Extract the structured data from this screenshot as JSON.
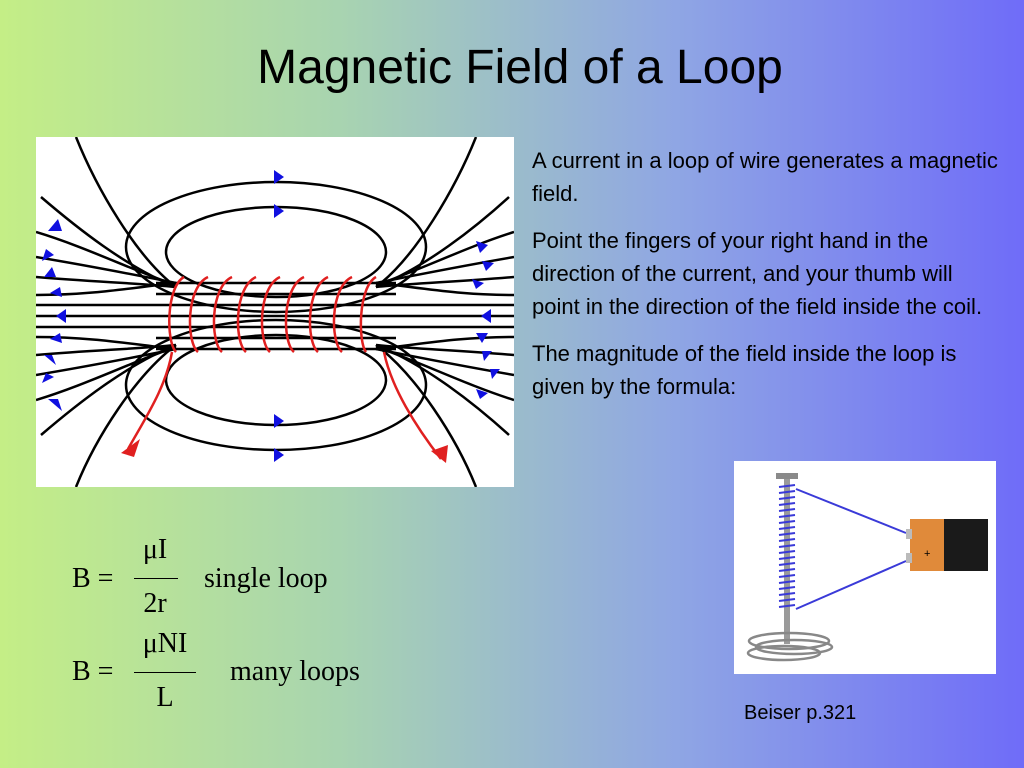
{
  "slide": {
    "title": "Magnetic Field of a Loop",
    "paragraphs": [
      "A current in a loop of wire generates a magnetic field.",
      "Point the fingers of your right hand in the direction of the current, and your thumb will point in the direction of the field inside the coil.",
      "The magnitude of the field inside the loop is given by the formula:"
    ],
    "formulas": [
      {
        "lhs": "B =",
        "numerator": "μI",
        "denominator": "2r",
        "label": "single loop"
      },
      {
        "lhs": "B =",
        "numerator": "μNI",
        "denominator": "L",
        "label": "many loops"
      }
    ],
    "citation": "Beiser p.321",
    "battery_mark": "+"
  },
  "colors": {
    "field_lines": "#000000",
    "field_arrows": "#1010e0",
    "current_wire": "#e02020",
    "coil_wire": "#3a3ad8"
  }
}
